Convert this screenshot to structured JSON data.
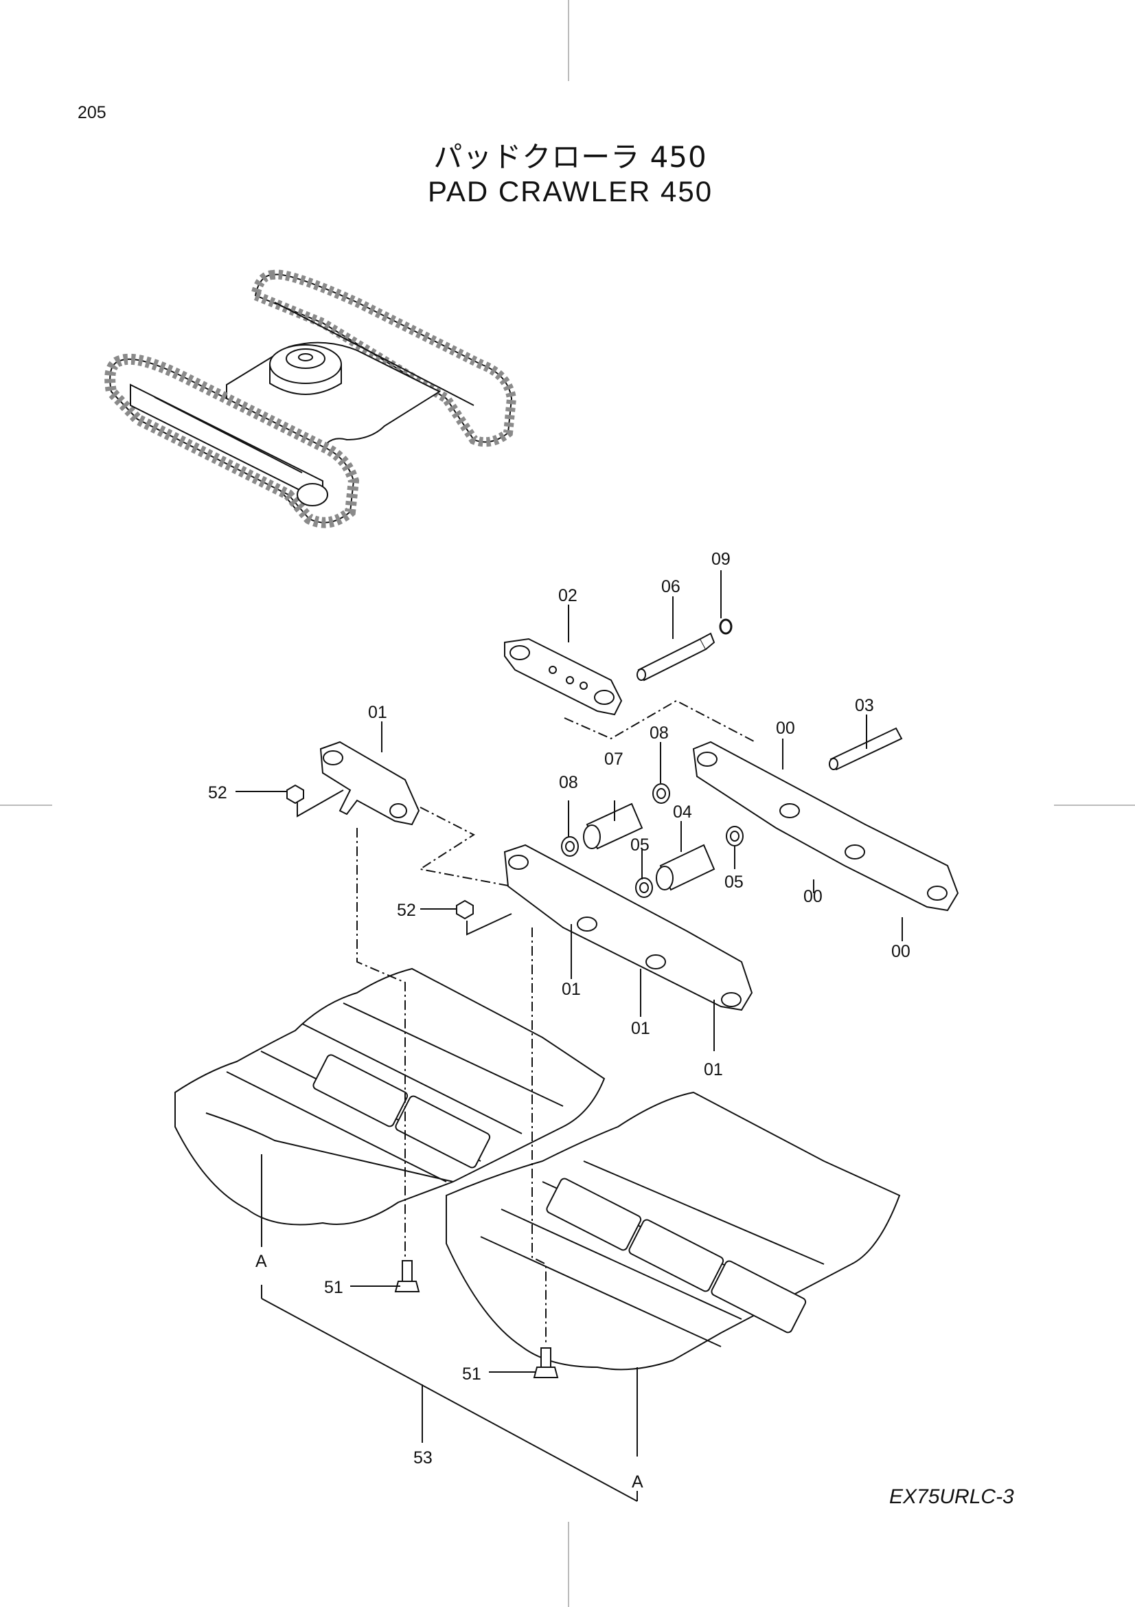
{
  "page_number": "205",
  "title_jp": "パッドクローラ 450",
  "title_en": "PAD CRAWLER 450",
  "model_code": "EX75URLC-3",
  "callouts": {
    "c00a": "00",
    "c00b": "00",
    "c00c": "00",
    "c01top": "01",
    "c01a": "01",
    "c01b": "01",
    "c01c": "01",
    "c02": "02",
    "c03": "03",
    "c04": "04",
    "c05a": "05",
    "c05b": "05",
    "c06": "06",
    "c07": "07",
    "c08a": "08",
    "c08b": "08",
    "c09": "09",
    "c51a": "51",
    "c51b": "51",
    "c52a": "52",
    "c52b": "52",
    "c53": "53",
    "refA1": "A",
    "refA2": "A"
  },
  "colors": {
    "line": "#111111",
    "shade": "#9a9a9a",
    "paper": "#ffffff"
  }
}
